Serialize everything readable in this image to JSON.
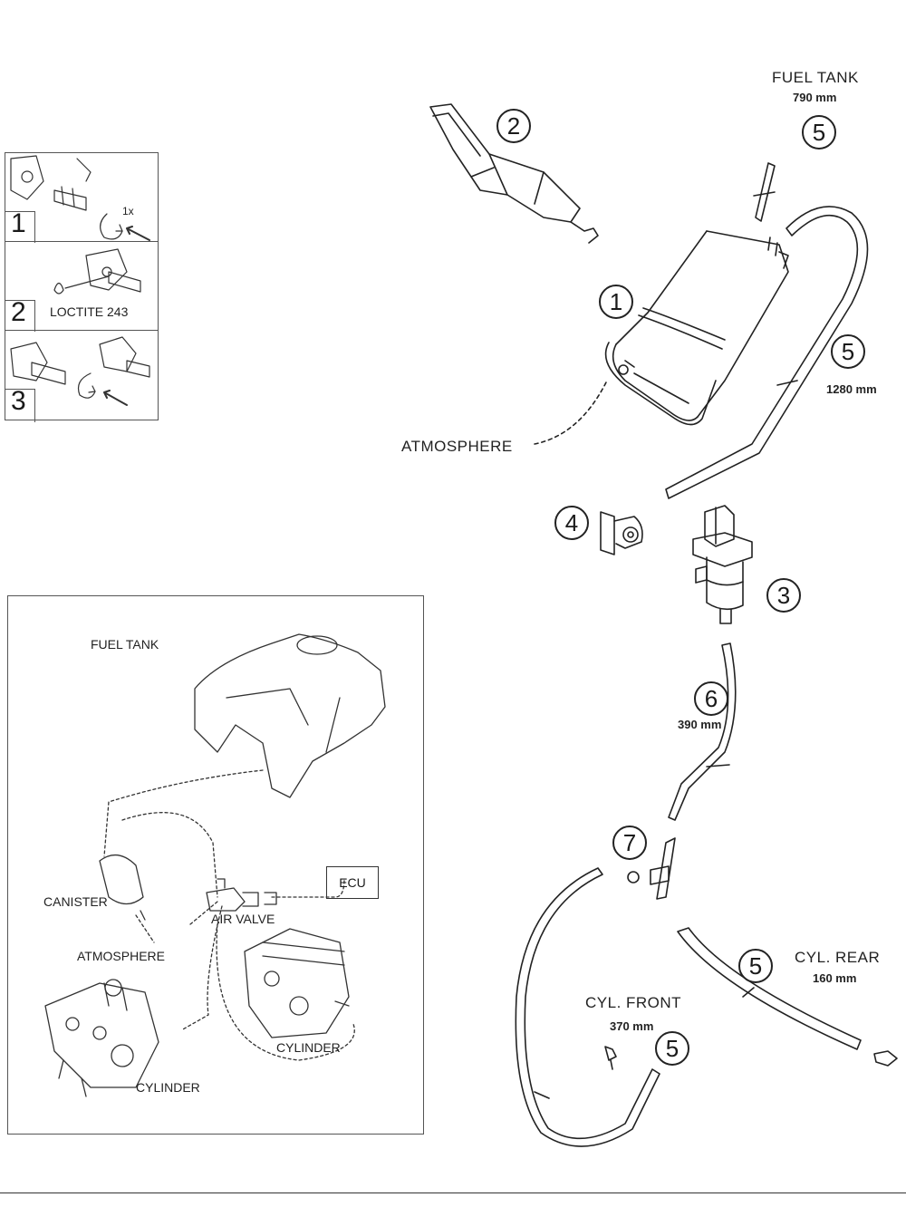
{
  "callouts": {
    "canister": "1",
    "separator": "2",
    "air_valve": "3",
    "clamp": "4",
    "hose_fuel_tank": "5",
    "hose_long": "5",
    "hose_valve": "6",
    "tee_piece": "7",
    "hose_cyl_rear": "5",
    "hose_cyl_front": "5"
  },
  "labels": {
    "fuel_tank": "FUEL TANK",
    "fuel_tank_length": "790 mm",
    "hose_long_length": "1280 mm",
    "atmosphere": "ATMOSPHERE",
    "hose_valve_length": "390 mm",
    "cyl_rear": "CYL. REAR",
    "cyl_rear_length": "160 mm",
    "cyl_front": "CYL. FRONT",
    "cyl_front_length": "370 mm"
  },
  "steps_panel": {
    "step1": "1",
    "step1_turns": "1x",
    "step2": "2",
    "step2_text": "LOCTITE 243",
    "step3": "3"
  },
  "overview_panel": {
    "fuel_tank": "FUEL TANK",
    "canister": "CANISTER",
    "atmosphere": "ATMOSPHERE",
    "air_valve": "AIR VALVE",
    "ecu": "ECU",
    "cylinder_right": "CYLINDER",
    "cylinder_left": "CYLINDER"
  },
  "colors": {
    "line": "#222222",
    "panel_border": "#555555"
  }
}
